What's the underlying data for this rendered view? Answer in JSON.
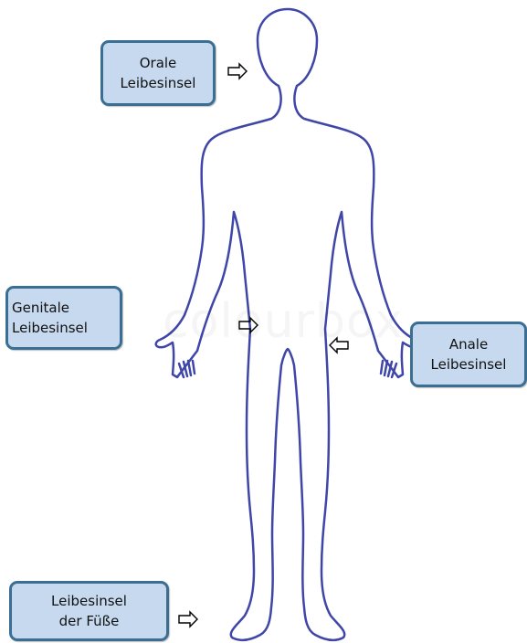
{
  "labels": {
    "oral": {
      "line1": "Orale",
      "line2": "Leibesinsel"
    },
    "genital": {
      "line1": "Genitale",
      "line2": "Leibesinsel"
    },
    "anal": {
      "line1": "Anale",
      "line2": "Leibesinsel"
    },
    "feet": {
      "line1": "Leibesinsel",
      "line2": "der Füße"
    }
  },
  "watermark": "colourbox",
  "colors": {
    "body_outline": "#3f46a8",
    "box_fill": "#c6d9ef",
    "box_border": "#3a6f93",
    "arrow": "#000000"
  },
  "icons": {
    "arrow_right": "hollow-arrow-right-icon",
    "arrow_left": "hollow-arrow-left-icon"
  }
}
